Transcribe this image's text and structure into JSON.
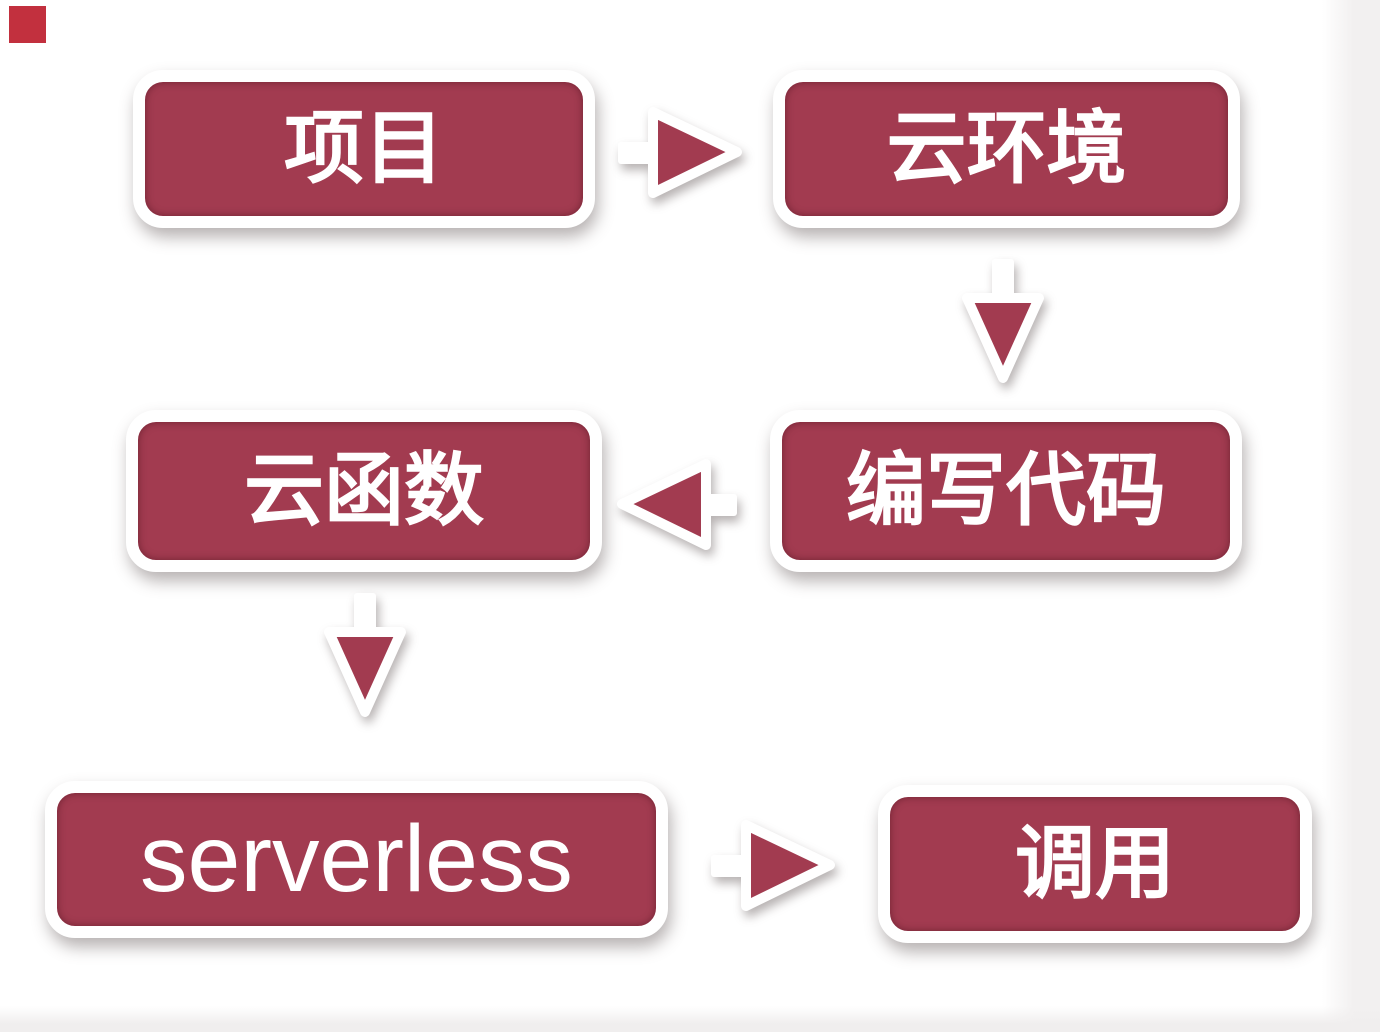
{
  "page": {
    "background": "#ffffff",
    "edge_tint": "#f0eeee"
  },
  "palette": {
    "node_fill": "#a23b50",
    "node_rim": "#ffffff",
    "node_text": "#ffffff",
    "marker_red": "#c2303e",
    "shadow": "rgba(95,85,85,0.45)"
  },
  "diagram": {
    "nodes": [
      {
        "id": "project",
        "label": "项目"
      },
      {
        "id": "cloud-env",
        "label": "云环境"
      },
      {
        "id": "write-code",
        "label": "编写代码"
      },
      {
        "id": "cloud-function",
        "label": "云函数"
      },
      {
        "id": "serverless",
        "label": "serverless"
      },
      {
        "id": "invoke",
        "label": "调用"
      }
    ],
    "edges": [
      {
        "from": "项目",
        "to": "云环境",
        "direction": "right"
      },
      {
        "from": "云环境",
        "to": "编写代码",
        "direction": "down"
      },
      {
        "from": "编写代码",
        "to": "云函数",
        "direction": "left"
      },
      {
        "from": "云函数",
        "to": "serverless",
        "direction": "down"
      },
      {
        "from": "serverless",
        "to": "调用",
        "direction": "right"
      }
    ]
  }
}
